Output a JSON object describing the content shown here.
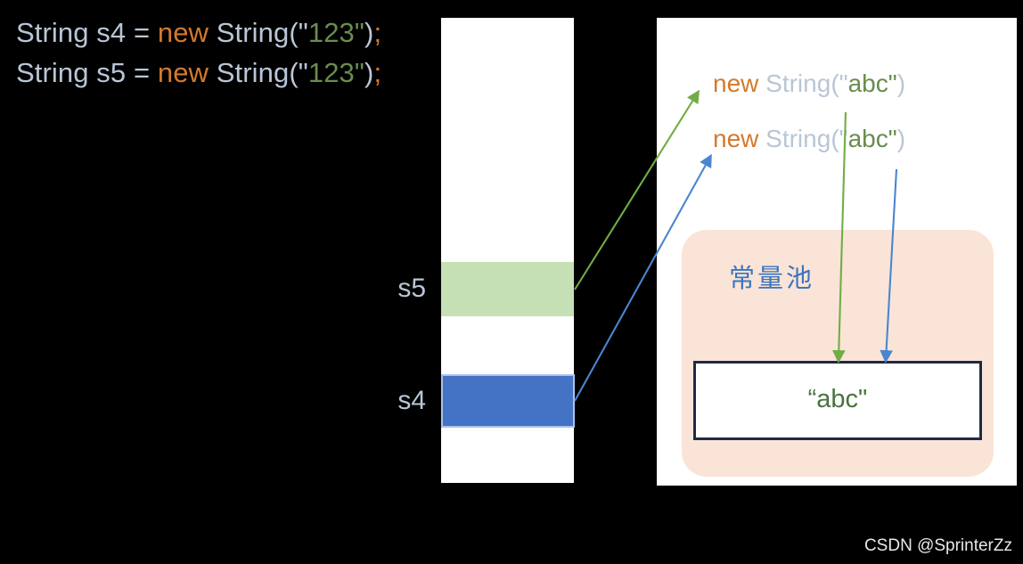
{
  "code": {
    "lines": [
      {
        "plain1": "String s4 = ",
        "keyword": "new",
        "type": " String",
        "paren_open": "(\"",
        "literal": "123",
        "quote_close": "\"",
        "paren_close": ")",
        "semicolon": ";"
      },
      {
        "plain1": "String s5 = ",
        "keyword": "new",
        "type": " String",
        "paren_open": "(\"",
        "literal": "123",
        "quote_close": "\"",
        "paren_close": ")",
        "semicolon": ";"
      }
    ]
  },
  "stack": {
    "slots": [
      {
        "label": "s5",
        "color": "#c5e0b4"
      },
      {
        "label": "s4",
        "color": "#4472c4"
      }
    ]
  },
  "heap": {
    "expressions": [
      {
        "keyword": "new",
        "type": " String",
        "paren_open": "(\"",
        "literal": "abc",
        "quote_close": "\"",
        "paren_close": ")"
      },
      {
        "keyword": "new",
        "type": " String",
        "paren_open": "(\"",
        "literal": "abc",
        "quote_close": "\"",
        "paren_close": ")"
      }
    ],
    "pool": {
      "title": "常量池",
      "literal": "“abc\""
    }
  },
  "watermark": "CSDN @SprinterZz",
  "colors": {
    "background": "#000000",
    "keyword_orange": "#d4792b",
    "type_gray": "#b9c6d6",
    "string_green": "#6a8c4e",
    "slot_green": "#c5e0b4",
    "slot_blue": "#4472c4",
    "pool_peach": "#fae4d7",
    "pool_title_blue": "#3a76bd",
    "literal_border": "#1f2a44",
    "arrow_green": "#70ad47",
    "arrow_blue": "#4a86d0"
  }
}
